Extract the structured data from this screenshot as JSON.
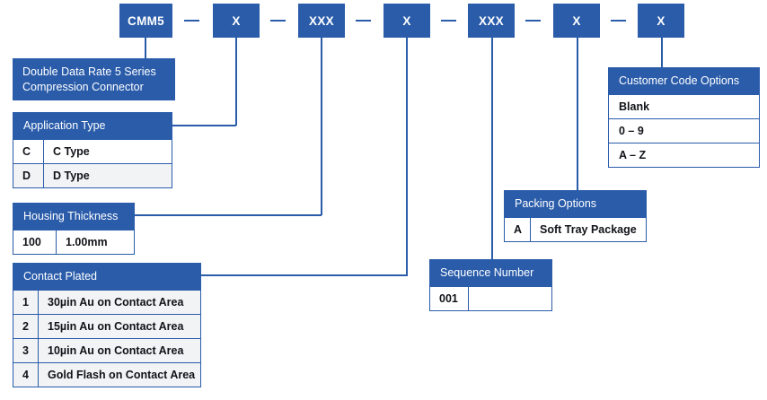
{
  "part_number": {
    "segments": [
      {
        "label": "CMM5"
      },
      {
        "label": "X"
      },
      {
        "label": "XXX"
      },
      {
        "label": "X"
      },
      {
        "label": "XXX"
      },
      {
        "label": "X"
      },
      {
        "label": "X"
      }
    ],
    "separator": "–"
  },
  "series_block": {
    "line1": "Double Data Rate 5 Series",
    "line2": "Compression Connector"
  },
  "application_type": {
    "title": "Application Type",
    "rows": [
      {
        "code": "C",
        "desc": "C Type"
      },
      {
        "code": "D",
        "desc": "D Type"
      }
    ]
  },
  "housing_thickness": {
    "title": "Housing Thickness",
    "rows": [
      {
        "code": "100",
        "desc": "1.00mm"
      }
    ]
  },
  "contact_plated": {
    "title": "Contact Plated",
    "rows": [
      {
        "code": "1",
        "desc": "30µin Au on Contact Area"
      },
      {
        "code": "2",
        "desc": "15µin Au on Contact Area"
      },
      {
        "code": "3",
        "desc": "10µin Au on Contact Area"
      },
      {
        "code": "4",
        "desc": "Gold Flash on Contact Area"
      }
    ]
  },
  "sequence_number": {
    "title": "Sequence Number",
    "rows": [
      {
        "code": "001",
        "desc": ""
      }
    ]
  },
  "packing_options": {
    "title": "Packing Options",
    "rows": [
      {
        "code": "A",
        "desc": "Soft Tray Package"
      }
    ]
  },
  "customer_code_options": {
    "title": "Customer Code Options",
    "rows": [
      {
        "desc": "Blank"
      },
      {
        "desc": "0 – 9"
      },
      {
        "desc": "A – Z"
      }
    ]
  },
  "colors": {
    "brand_blue": "#2a5caa",
    "row_alt": "#f2f3f5",
    "text_dark": "#111318",
    "white": "#ffffff"
  }
}
